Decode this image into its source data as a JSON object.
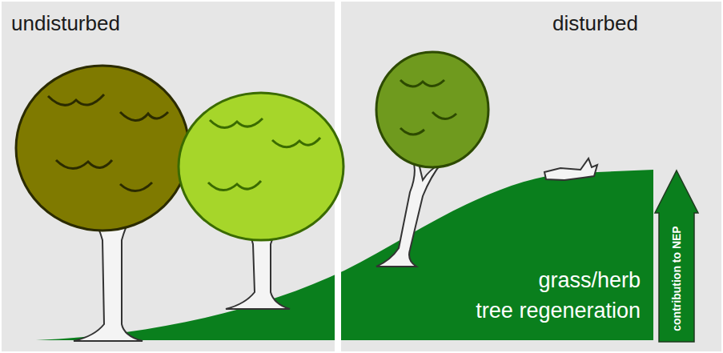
{
  "diagram": {
    "nodes": [
      {
        "text": [
          "undisturbed"
        ]
      },
      {
        "text": [
          "disturbed"
        ]
      },
      {
        "text": [
          "contribution to NEP"
        ],
        "in": 1
      }
    ],
    "labels": [
      "grass/herb",
      "tree regeneration"
    ]
  }
}
